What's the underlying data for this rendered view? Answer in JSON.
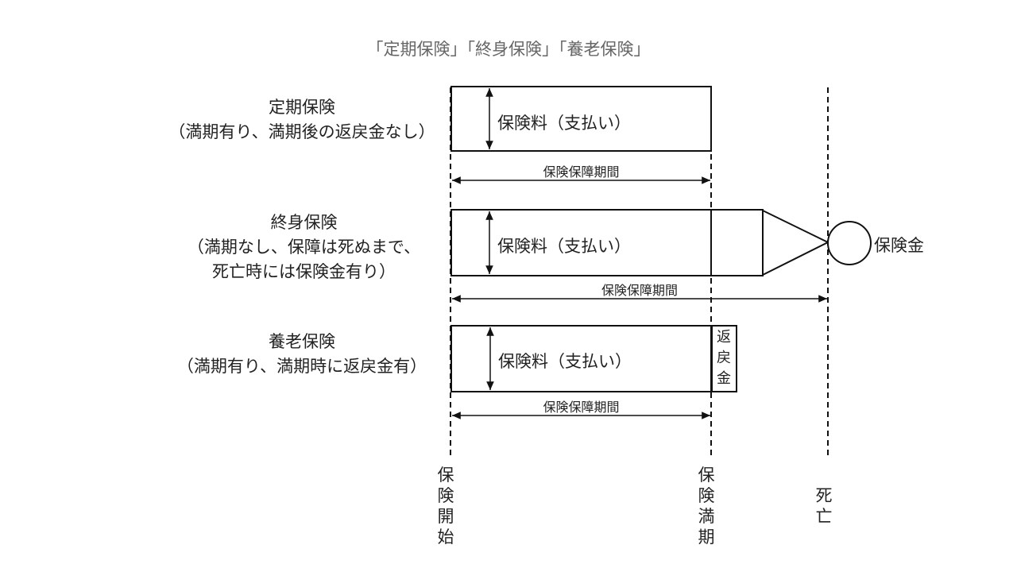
{
  "title": "「定期保険」「終身保険」「養老保険」",
  "rows": [
    {
      "label_lines": [
        "定期保険",
        "（満期有り、満期後の返戻金なし）"
      ],
      "premium": "保険料（支払い）",
      "period": "保険保障期間"
    },
    {
      "label_lines": [
        "終身保険",
        "（満期なし、保障は死ぬまで、",
        "死亡時には保険金有り）"
      ],
      "premium": "保険料（支払い）",
      "period": "保険保障期間",
      "benefit": "保険金"
    },
    {
      "label_lines": [
        "養老保険",
        "（満期有り、満期時に返戻金有）"
      ],
      "premium": "保険料（支払い）",
      "period": "保険保障期間",
      "refund": "返戻金"
    }
  ],
  "timeline": {
    "start": "保険開始",
    "maturity": "保険満期",
    "death": "死亡"
  }
}
